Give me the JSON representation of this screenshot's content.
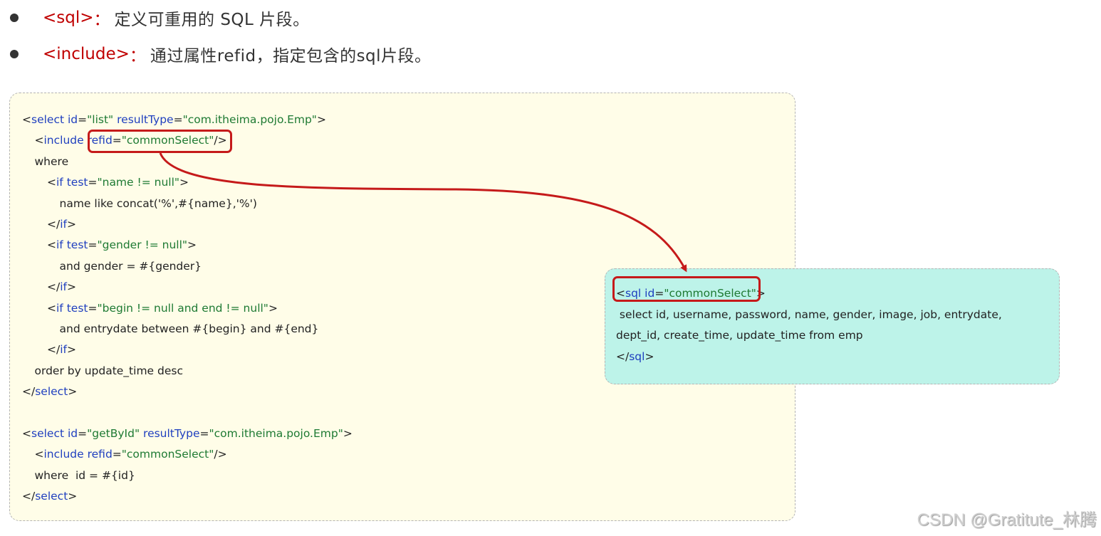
{
  "bullets": [
    {
      "tag": "<sql>",
      "separator": "：",
      "description": "定义可重用的 SQL 片段。"
    },
    {
      "tag": "<include>",
      "separator": "：",
      "description": "通过属性refid，指定包含的sql片段。"
    }
  ],
  "code_main": {
    "lines": [
      {
        "indent": 0,
        "tokens": [
          [
            "p",
            "<"
          ],
          [
            "k",
            "select"
          ],
          [
            "p",
            " "
          ],
          [
            "k",
            "id"
          ],
          [
            "p",
            "="
          ],
          [
            "s",
            "\"list\""
          ],
          [
            "p",
            " "
          ],
          [
            "k",
            "resultType"
          ],
          [
            "p",
            "="
          ],
          [
            "s",
            "\"com.itheima.pojo.Emp\""
          ],
          [
            "p",
            ">"
          ]
        ]
      },
      {
        "indent": 1,
        "tokens": [
          [
            "p",
            "<"
          ],
          [
            "k",
            "include"
          ],
          [
            "p",
            " "
          ],
          [
            "k",
            "refid"
          ],
          [
            "p",
            "="
          ],
          [
            "s",
            "\"commonSelect\""
          ],
          [
            "p",
            "/>"
          ]
        ]
      },
      {
        "indent": 1,
        "tokens": [
          [
            "p",
            "where"
          ]
        ]
      },
      {
        "indent": 2,
        "tokens": [
          [
            "p",
            "<"
          ],
          [
            "k",
            "if"
          ],
          [
            "p",
            " "
          ],
          [
            "k",
            "test"
          ],
          [
            "p",
            "="
          ],
          [
            "s",
            "\"name != null\""
          ],
          [
            "p",
            ">"
          ]
        ]
      },
      {
        "indent": 3,
        "tokens": [
          [
            "p",
            "name like concat('%',#{name},'%')"
          ]
        ]
      },
      {
        "indent": 2,
        "tokens": [
          [
            "p",
            "</"
          ],
          [
            "k",
            "if"
          ],
          [
            "p",
            ">"
          ]
        ]
      },
      {
        "indent": 2,
        "tokens": [
          [
            "p",
            "<"
          ],
          [
            "k",
            "if"
          ],
          [
            "p",
            " "
          ],
          [
            "k",
            "test"
          ],
          [
            "p",
            "="
          ],
          [
            "s",
            "\"gender != null\""
          ],
          [
            "p",
            ">"
          ]
        ]
      },
      {
        "indent": 3,
        "tokens": [
          [
            "p",
            "and gender = #{gender}"
          ]
        ]
      },
      {
        "indent": 2,
        "tokens": [
          [
            "p",
            "</"
          ],
          [
            "k",
            "if"
          ],
          [
            "p",
            ">"
          ]
        ]
      },
      {
        "indent": 2,
        "tokens": [
          [
            "p",
            "<"
          ],
          [
            "k",
            "if"
          ],
          [
            "p",
            " "
          ],
          [
            "k",
            "test"
          ],
          [
            "p",
            "="
          ],
          [
            "s",
            "\"begin != null and end != null\""
          ],
          [
            "p",
            ">"
          ]
        ]
      },
      {
        "indent": 3,
        "tokens": [
          [
            "p",
            "and entrydate between #{begin} and #{end}"
          ]
        ]
      },
      {
        "indent": 2,
        "tokens": [
          [
            "p",
            "</"
          ],
          [
            "k",
            "if"
          ],
          [
            "p",
            ">"
          ]
        ]
      },
      {
        "indent": 1,
        "tokens": [
          [
            "p",
            "order by update_time desc"
          ]
        ]
      },
      {
        "indent": 0,
        "tokens": [
          [
            "p",
            "</"
          ],
          [
            "k",
            "select"
          ],
          [
            "p",
            ">"
          ]
        ]
      },
      {
        "indent": 0,
        "tokens": []
      },
      {
        "indent": 0,
        "tokens": [
          [
            "p",
            "<"
          ],
          [
            "k",
            "select"
          ],
          [
            "p",
            " "
          ],
          [
            "k",
            "id"
          ],
          [
            "p",
            "="
          ],
          [
            "s",
            "\"getById\""
          ],
          [
            "p",
            " "
          ],
          [
            "k",
            "resultType"
          ],
          [
            "p",
            "="
          ],
          [
            "s",
            "\"com.itheima.pojo.Emp\""
          ],
          [
            "p",
            ">"
          ]
        ]
      },
      {
        "indent": 1,
        "tokens": [
          [
            "p",
            "<"
          ],
          [
            "k",
            "include"
          ],
          [
            "p",
            " "
          ],
          [
            "k",
            "refid"
          ],
          [
            "p",
            "="
          ],
          [
            "s",
            "\"commonSelect\""
          ],
          [
            "p",
            "/>"
          ]
        ]
      },
      {
        "indent": 1,
        "tokens": [
          [
            "p",
            "where  id = #{id}"
          ]
        ]
      },
      {
        "indent": 0,
        "tokens": [
          [
            "p",
            "</"
          ],
          [
            "k",
            "select"
          ],
          [
            "p",
            ">"
          ]
        ]
      }
    ]
  },
  "code_sql": {
    "lines": [
      {
        "indent": 0,
        "tokens": [
          [
            "p",
            "<"
          ],
          [
            "k",
            "sql"
          ],
          [
            "p",
            " "
          ],
          [
            "k",
            "id"
          ],
          [
            "p",
            "="
          ],
          [
            "s",
            "\"commonSelect\""
          ],
          [
            "p",
            ">"
          ]
        ]
      },
      {
        "indent": 0,
        "tokens": [
          [
            "p",
            " select id, username, password, name, gender, image, job, entrydate,"
          ]
        ]
      },
      {
        "indent": 0,
        "tokens": [
          [
            "p",
            "dept_id, create_time, update_time from emp"
          ]
        ]
      },
      {
        "indent": 0,
        "tokens": [
          [
            "p",
            "</"
          ],
          [
            "k",
            "sql"
          ],
          [
            "p",
            ">"
          ]
        ]
      }
    ]
  },
  "colors": {
    "tag_red": "#c00000",
    "keyword_blue": "#1f3fbf",
    "string_green": "#1e7a33",
    "highlight_red": "#c51a1a",
    "yellow_bg": "#fffde8",
    "cyan_bg": "#bdf3e9"
  },
  "watermark": "CSDN @Gratitute_林腾"
}
